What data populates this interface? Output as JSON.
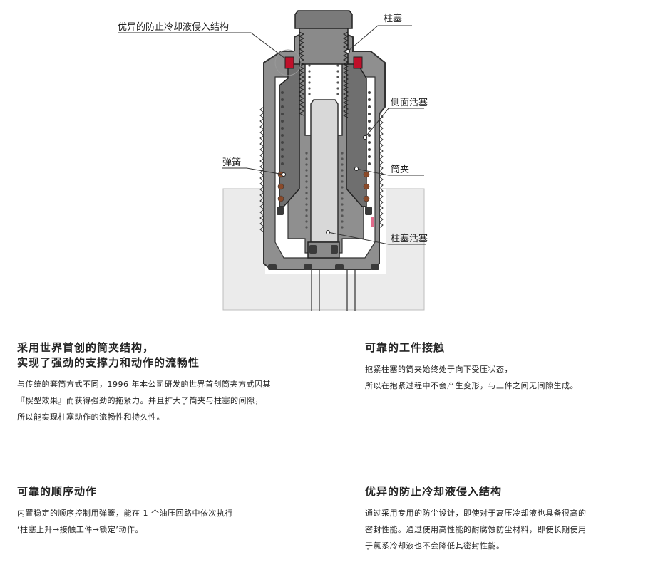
{
  "diagram": {
    "labels": {
      "coolant_structure": "优异的防止冷却液侵入结构",
      "plunger": "柱塞",
      "side_piston": "侧面活塞",
      "spring": "弹簧",
      "collet": "筒夹",
      "plunger_piston": "柱塞活塞"
    },
    "colors": {
      "body": "#8a8a8a",
      "body_dark": "#4a4a4a",
      "workpiece": "#ebebeb",
      "seal": "#c0102a",
      "coil": "#8a4a2a"
    }
  },
  "sections": {
    "collet": {
      "title_lines": [
        "采用世界首创的筒夹结构，",
        "实现了强劲的支撑力和动作的流畅性"
      ],
      "body_lines": [
        "与传统的套筒方式不同，1996 年本公司研发的世界首创筒夹方式因其",
        "『楔型效果』而获得强劲的拖紧力。并且扩大了筒夹与柱塞的间隙，",
        "所以能实现柱塞动作的流畅性和持久性。"
      ]
    },
    "contact": {
      "title_lines": [
        "可靠的工件接触"
      ],
      "body_lines": [
        "抱紧柱塞的筒夹始终处于向下受压状态，",
        "所以在抱紧过程中不会产生变形，与工件之间无间隙生成。"
      ]
    },
    "sequence": {
      "title_lines": [
        "可靠的顺序动作"
      ],
      "body_lines": [
        "内置稳定的顺序控制用弹簧，能在 1 个油压回路中依次执行",
        "‘柱塞上升→接触工件→锁定’动作。"
      ]
    },
    "coolant": {
      "title_lines": [
        "优异的防止冷却液侵入结构"
      ],
      "body_lines": [
        "通过采用专用的防尘设计，即使对于高压冷却液也具备很高的",
        "密封性能。通过使用高性能的耐腐蚀防尘材料，即使长期使用",
        "于氯系冷却液也不会降低其密封性能。"
      ]
    }
  }
}
